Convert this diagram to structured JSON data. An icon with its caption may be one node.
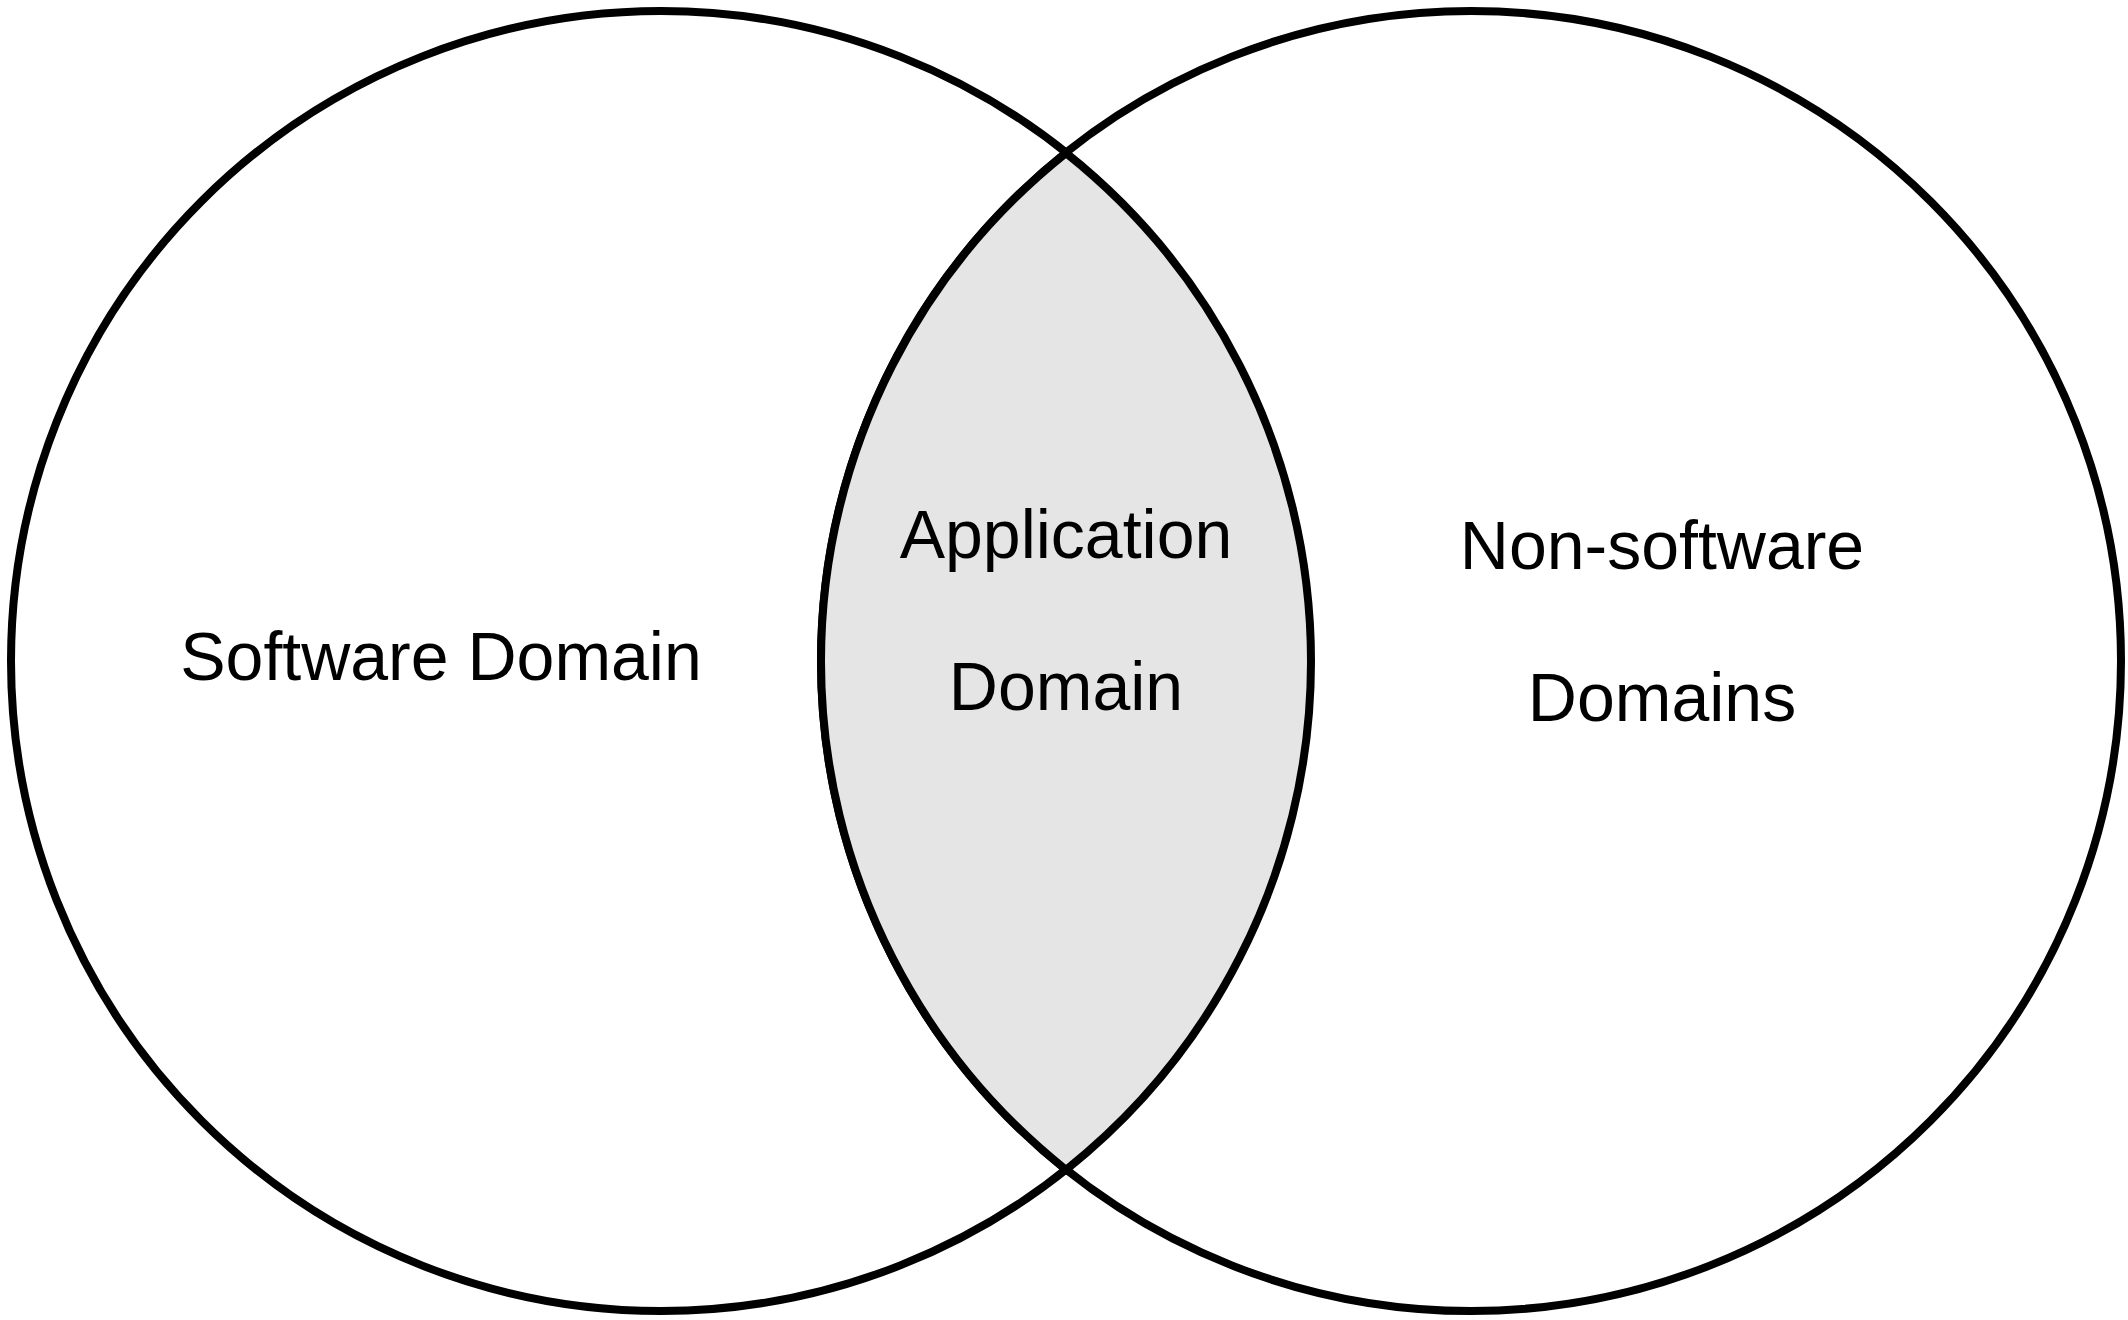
{
  "diagram": {
    "nodes": [
      {
        "text": [
          "Software Domain"
        ]
      },
      {
        "text": [
          "Non-software Domains"
        ]
      },
      {
        "text": [
          "Application Domain"
        ]
      }
    ]
  }
}
